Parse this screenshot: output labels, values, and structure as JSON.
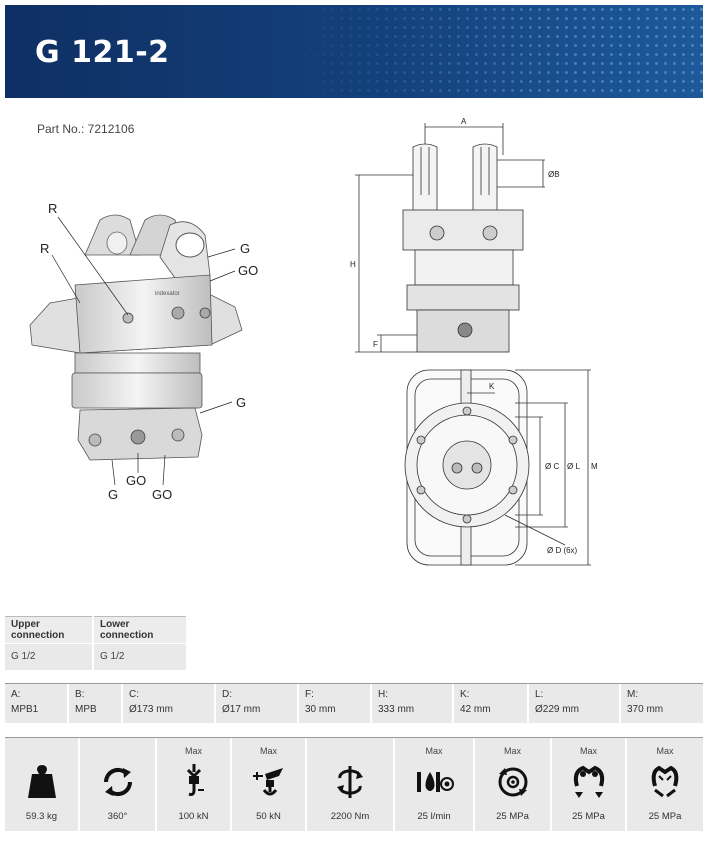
{
  "header": {
    "title": "G 121-2"
  },
  "part_no": "Part No.: 7212106",
  "callouts": {
    "r1": "R",
    "r2": "R",
    "g1": "G",
    "go1": "GO",
    "g2": "G",
    "g3": "G",
    "go2": "GO",
    "go3": "GO"
  },
  "dimension_labels": {
    "a": "A",
    "b": "ØB",
    "h": "H",
    "f": "F",
    "k": "K",
    "c": "Ø C",
    "l": "Ø L",
    "m": "M",
    "d": "Ø D (6x)"
  },
  "connections": {
    "headers": [
      "Upper connection",
      "Lower connection"
    ],
    "values": [
      "G 1/2",
      "G 1/2"
    ]
  },
  "dimensions": [
    {
      "label": "A:",
      "value": "MPB1"
    },
    {
      "label": "B:",
      "value": "MPB"
    },
    {
      "label": "C:",
      "value": "Ø173 mm"
    },
    {
      "label": "D:",
      "value": "Ø17 mm"
    },
    {
      "label": "F:",
      "value": "30 mm"
    },
    {
      "label": "H:",
      "value": "333 mm"
    },
    {
      "label": "K:",
      "value": "42 mm"
    },
    {
      "label": "L:",
      "value": "Ø229 mm"
    },
    {
      "label": "M:",
      "value": "370 mm"
    }
  ],
  "specs": [
    {
      "icon": "weight-icon",
      "max": "",
      "value": "59.3 kg"
    },
    {
      "icon": "rotation-icon",
      "max": "",
      "value": "360°"
    },
    {
      "icon": "static-load-icon",
      "max": "Max",
      "value": "100 kN"
    },
    {
      "icon": "dynamic-load-icon",
      "max": "Max",
      "value": "50 kN"
    },
    {
      "icon": "torque-icon",
      "max": "",
      "value": "2200 Nm"
    },
    {
      "icon": "oil-flow-icon",
      "max": "Max",
      "value": "25 l/min"
    },
    {
      "icon": "rotation-pressure-icon",
      "max": "Max",
      "value": "25 MPa"
    },
    {
      "icon": "open-pressure-icon",
      "max": "Max",
      "value": "25 MPa"
    },
    {
      "icon": "close-pressure-icon",
      "max": "Max",
      "value": "25 MPa"
    }
  ],
  "colors": {
    "header_dark": "#0e2f63",
    "header_light": "#1d5a9b",
    "table_bg": "#e9e9e9"
  }
}
